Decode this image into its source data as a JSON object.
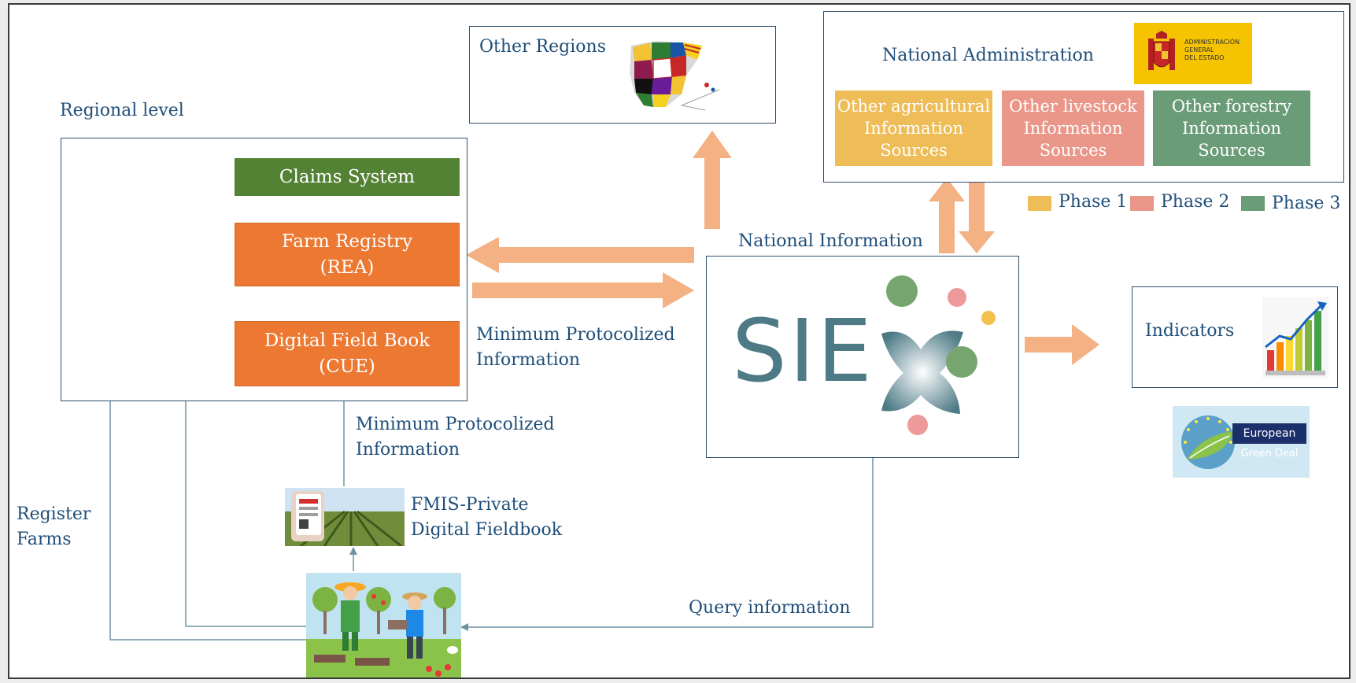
{
  "regional": {
    "label": "Regional level",
    "claims": "Claims System",
    "farm_registry": "Farm Registry\n(REA)",
    "field_book": "Digital Field Book\n(CUE)"
  },
  "other_regions": {
    "label": "Other Regions"
  },
  "national_admin": {
    "title": "National Administration",
    "logo_text": "ADMINISTRACIÓN\nGENERAL\nDEL ESTADO",
    "sources": [
      {
        "label": "Other agricultural\nInformation\nSources",
        "color": "#eebd58"
      },
      {
        "label": "Other livestock\nInformation\nSources",
        "color": "#ea9689"
      },
      {
        "label": "Other forestry\nInformation\nSources",
        "color": "#6a9c77"
      }
    ]
  },
  "legend": [
    {
      "label": "Phase 1",
      "color": "#eebd58"
    },
    {
      "label": "Phase 2",
      "color": "#ea9689"
    },
    {
      "label": "Phase 3",
      "color": "#6a9c77"
    }
  ],
  "national_info": {
    "label": "National Information",
    "logo_text": "SIEX"
  },
  "indicators": {
    "label": "Indicators"
  },
  "green_deal": {
    "line1": "European",
    "line2": "Green Deal"
  },
  "labels": {
    "min_protocol_right": "Minimum Protocolized\nInformation",
    "min_protocol_center": "Minimum  Protocolized\nInformation",
    "fmis": "FMIS-Private\nDigital Fieldbook",
    "register": "Register\nFarms",
    "query": "Query information"
  },
  "colors": {
    "text": "#1f4e79",
    "orange_box": "#ec7832",
    "claims_green": "#548235",
    "big_arrow": "#f4b183",
    "thin_line": "#6f93a5"
  }
}
